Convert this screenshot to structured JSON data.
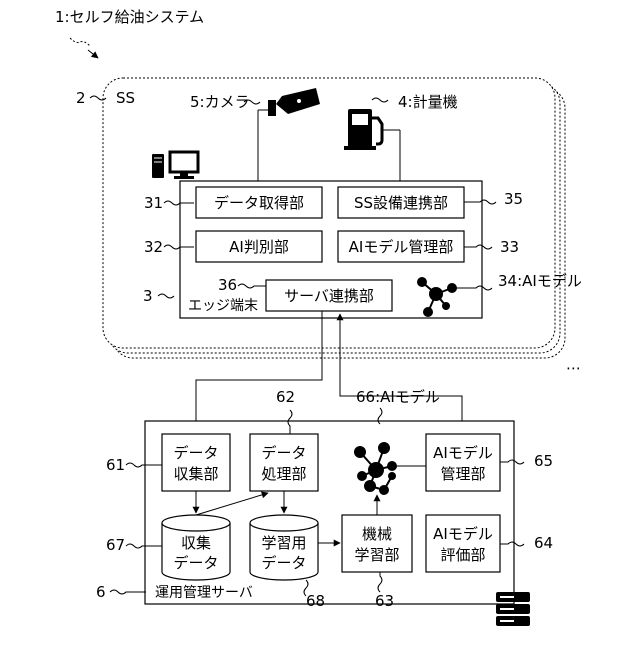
{
  "system_label": "1:セルフ給油システム",
  "ss": {
    "ref": "2",
    "name": "SS",
    "camera_label": "5:カメラ",
    "dispenser_label": "4:計量機",
    "edge": {
      "ref": "3",
      "name": "エッジ端末",
      "data_acquisition": {
        "ref": "31",
        "label": "データ取得部"
      },
      "ai_judgment": {
        "ref": "32",
        "label": "AI判別部"
      },
      "ss_equipment_link": {
        "ref": "35",
        "label": "SS設備連携部"
      },
      "ai_model_mgmt": {
        "ref": "33",
        "label": "AIモデル管理部"
      },
      "server_link": {
        "ref": "36",
        "label": "サーバ連携部"
      },
      "ai_model_label": "34:AIモデル"
    },
    "more": "⋯"
  },
  "server": {
    "ref": "6",
    "name": "運用管理サーバ",
    "collection": {
      "ref": "61",
      "line1": "データ",
      "line2": "収集部"
    },
    "processing": {
      "ref": "62",
      "line1": "データ",
      "line2": "処理部"
    },
    "ai_model_label": "66:AIモデル",
    "ai_model_mgmt": {
      "ref": "65",
      "line1": "AIモデル",
      "line2": "管理部"
    },
    "collected_data": {
      "ref": "67",
      "line1": "収集",
      "line2": "データ"
    },
    "training_data": {
      "ref": "68",
      "line1": "学習用",
      "line2": "データ"
    },
    "ml": {
      "ref": "63",
      "line1": "機械",
      "line2": "学習部"
    },
    "ai_model_eval": {
      "ref": "64",
      "line1": "AIモデル",
      "line2": "評価部"
    }
  }
}
